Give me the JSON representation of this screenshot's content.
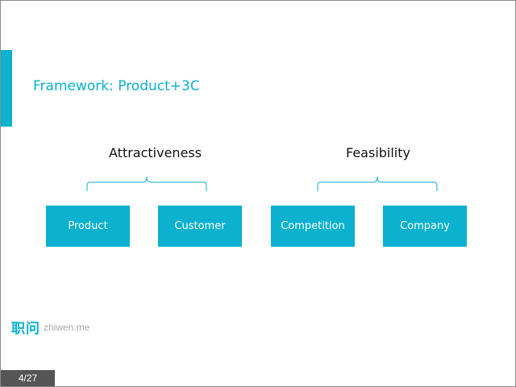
{
  "slide": {
    "title": "Framework: Product+3C",
    "accent_color": "#0bb1cf",
    "groups": [
      {
        "label": "Attractiveness",
        "items": [
          "Product",
          "Customer"
        ]
      },
      {
        "label": "Feasibility",
        "items": [
          "Competition",
          "Company"
        ]
      }
    ]
  },
  "footer": {
    "logo_mark": "职问",
    "logo_text": "zhiwen.me",
    "page_counter": "4/27"
  },
  "icons": [
    "left-brace-icon",
    "right-brace-icon",
    "accent-bar"
  ]
}
